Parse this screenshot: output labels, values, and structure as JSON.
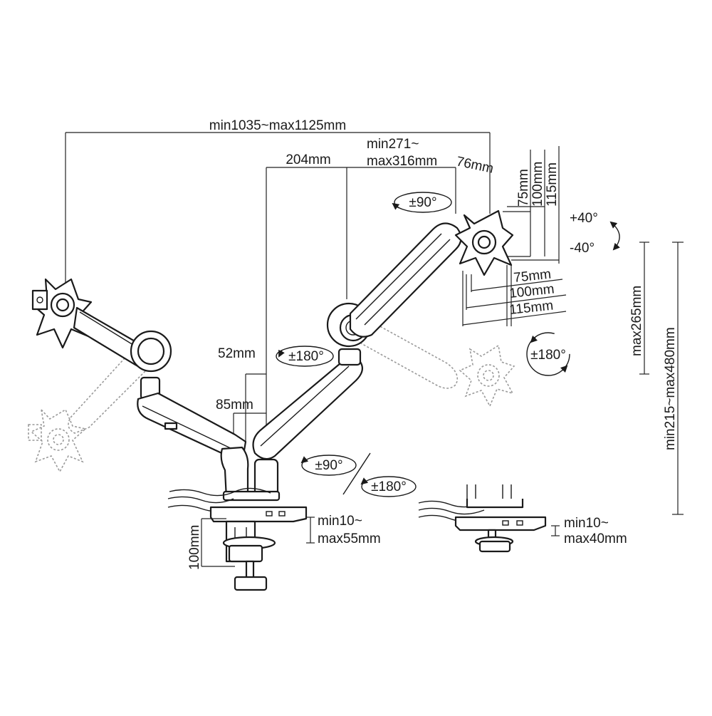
{
  "dimensions": {
    "overall_width": "min1035~max1125mm",
    "arm_reach_top": "min271~",
    "arm_reach_bottom": "max316mm",
    "offset_204": "204mm",
    "offset_76": "76mm",
    "vesa_v_75": "75mm",
    "vesa_v_100": "100mm",
    "vesa_v_115": "115mm",
    "vesa_h_75": "75mm",
    "vesa_h_100": "100mm",
    "vesa_h_115": "115mm",
    "gap_52": "52mm",
    "gap_85": "85mm",
    "height_max265": "max265mm",
    "height_total": "min215~max480mm",
    "clamp_100": "100mm",
    "clamp_range_top": "min10~",
    "clamp_range_bottom": "max55mm",
    "grommet_range_top": "min10~",
    "grommet_range_bottom": "max40mm"
  },
  "rotations": {
    "rot_90_top": "±90°",
    "tilt_plus": "+40°",
    "tilt_minus": "-40°",
    "swivel_180_left": "±180°",
    "swivel_180_right": "±180°",
    "rot_90_base": "±90°",
    "rot_180_base": "±180°"
  }
}
